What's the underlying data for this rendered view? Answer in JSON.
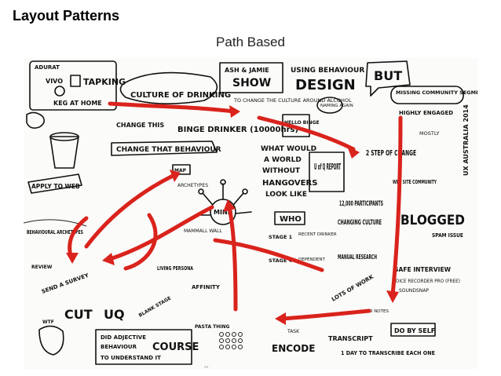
{
  "slide": {
    "title": "Layout Patterns",
    "subtitle": "Path Based"
  },
  "sketch": {
    "labels": {
      "adurat": "ADURAT",
      "vivo": "VIVO",
      "tapking": "TAPKING",
      "keg_at_home": "KEG AT HOME",
      "culture_of_drinking": "CULTURE OF DRINKING",
      "ash_jamie": "ASH & JAMIE",
      "show": "SHOW",
      "using_behaviour": "USING BEHAVIOUR",
      "design": "DESIGN",
      "but": "BUT",
      "to_change_culture": "TO CHANGE THE CULTURE AROUND ALCOHOL",
      "missing_community": "MISSING COMMUNITY SEGMENT",
      "change_this": "CHANGE THIS",
      "binge_drinker": "BINGE DRINKER (10000hrs)",
      "hello_binge": "HELLO BINGE",
      "naming_again": "NAMING AGAIN",
      "highly_engaged": "HIGHLY ENGAGED",
      "mostly": "MOSTLY",
      "ux_australia": "UX AUSTRALIA 2014",
      "change_that_behaviour": "CHANGE THAT BEHAVIOUR",
      "what_would": "WHAT WOULD",
      "a_world": "A WORLD",
      "without": "WITHOUT",
      "hangovers": "HANGOVERS",
      "look_like": "LOOK LIKE",
      "uq_report": "U of Q REPORT",
      "two_step": "2 STEP OF CHANGE",
      "apply_to_web": "APPLY TO WEB",
      "map": "MAP",
      "archetypes": "ARCHETYPES",
      "web_site": "WEB SITE COMMUNITY",
      "participants": "12,000 PARTICIPANTS",
      "changing_culture": "CHANGING CULTURE",
      "blogged": "BLOGGED",
      "who": "WHO",
      "stage_1": "STAGE 1",
      "recent_drinker": "RECENT DRINKER",
      "stage_4": "STAGE 4",
      "dependent": "DEPENDENT",
      "mind": "MIND",
      "behavioural_archetypes": "BEHAVIOURAL ARCHETYPES",
      "manual_research": "MANUAL RESEARCH",
      "living_persona": "LIVING PERSONA",
      "mammal_wall": "MAMMALL WALL",
      "spam_issue": "SPAM ISSUE",
      "safe_interview": "SAFE INTERVIEW",
      "voice_recorder": "VOICE RECORDER PRO (FREE)",
      "soundsnap": "SOUNDSNAP",
      "review": "REVIEW",
      "send_a_survey": "SEND A SURVEY",
      "cut": "CUT",
      "uq": "UQ",
      "affinity": "AFFINITY",
      "blank_stage": "BLANK STAGE",
      "lots_of_work": "LOTS OF WORK",
      "no_notes": "NO NOTES",
      "task": "TASK",
      "encode": "ENCODE",
      "do_by_self": "DO BY SELF",
      "transcript": "TRANSCRIPT",
      "one_day": "1 DAY TO TRANSCRIBE EACH ONE",
      "did_adjective": "DID ADJECTIVE",
      "behaviour": "BEHAVIOUR",
      "to_understand": "TO UNDERSTAND IT",
      "course": "COURSE",
      "pasta_thing": "PASTA THING",
      "wtf": "WTF"
    }
  },
  "page_number": "**",
  "colors": {
    "arrow": "#d9231c",
    "ink": "#111111",
    "paper": "#fbfbf9"
  }
}
